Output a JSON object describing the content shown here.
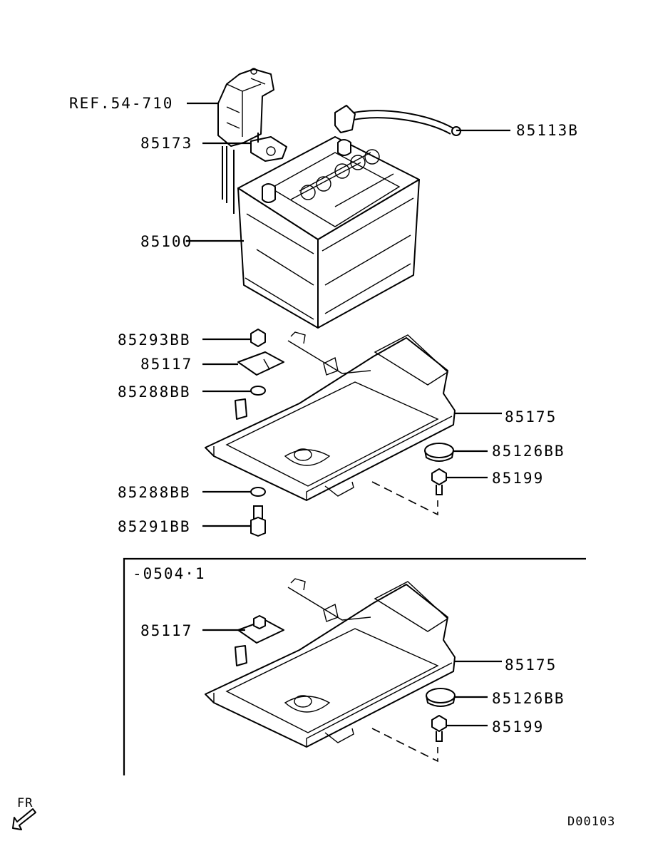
{
  "callouts": {
    "ref": "REF.54-710",
    "p85173": "85173",
    "p85113B": "85113B",
    "p85100": "85100",
    "p85293BB": "85293BB",
    "p85117": "85117",
    "p85288BB_a": "85288BB",
    "p85175": "85175",
    "p85126BB": "85126BB",
    "p85199": "85199",
    "p85288BB_b": "85288BB",
    "p85291BB": "85291BB"
  },
  "inset": {
    "range": "-0504·1",
    "p85117": "85117",
    "p85175": "85175",
    "p85126BB": "85126BB",
    "p85199": "85199"
  },
  "front_indicator": "FR",
  "drawing_code": "D00103"
}
